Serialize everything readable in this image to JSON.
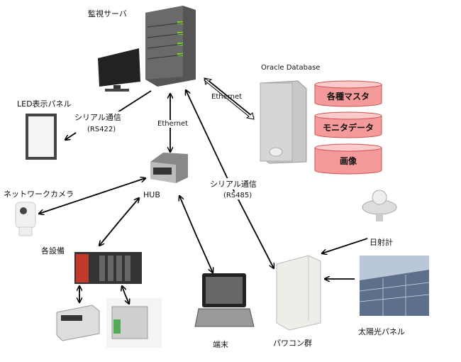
{
  "labels": {
    "server": "監視サーバ",
    "oracle": "Oracle Database",
    "ethernet_db": "Ethernet",
    "ethernet_hub": "Ethernet",
    "led_panel": "LED表示パネル",
    "serial_422": "シリアル通信",
    "rs422": "(RS422)",
    "hub": "HUB",
    "camera": "ネットワークカメラ",
    "equipment": "各設備",
    "serial_485": "シリアル通信",
    "rs485": "(RS485)",
    "terminal": "端末",
    "pyranometer": "日射計",
    "power_conditioner": "パワコン群",
    "solar_panel": "太陽光パネル"
  },
  "databases": [
    "各種マスタ",
    "モニタデータ",
    "画像"
  ],
  "colors": {
    "db_fill": "#f59a9a",
    "db_stroke": "#d05050",
    "server_led": "#7ad23a"
  }
}
